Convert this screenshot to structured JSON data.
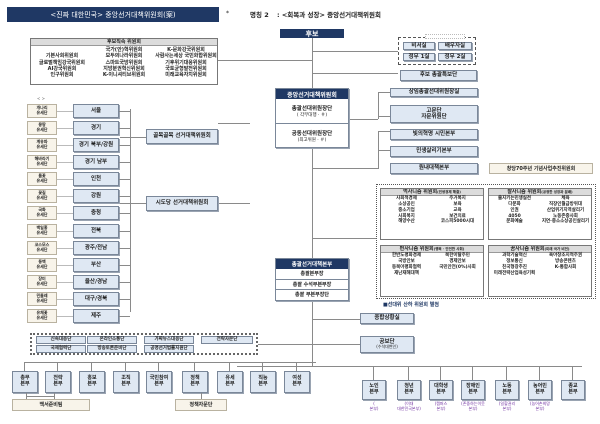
{
  "header": {
    "title": "<진짜 대한민국> 중앙선거대책위원회(案)",
    "bullet": "*",
    "name_label": "명칭 2",
    "name_value": ": <회복과 성장> 중앙선거대책위원회"
  },
  "candidate": "후보",
  "candidate_office": {
    "items": [
      "비서실",
      "배우자실",
      "정무 1실",
      "정무 2실"
    ]
  },
  "candidate_general_spokesman": "후보 총괄특보단",
  "standing_committees": {
    "title": "후보직속 위원회",
    "rows": [
      [
        "",
        "국가(안)혁위원회",
        "K-문화강국위원회"
      ],
      [
        "기본사회위원회",
        "모두의나라위원회",
        "사람사는세상 국민화합위원회"
      ],
      [
        "글로벌책임강국위원회",
        "스마트국방위원회",
        "기후위기대응위원회"
      ],
      [
        "AI강국위원회",
        "지방분권혁신위원회",
        "국토균형발전위원회"
      ],
      [
        "인구위원회",
        "K-이니셔티브위원회",
        "미래교육자치위원회"
      ]
    ]
  },
  "central_committee": {
    "title": "중앙선거대책위원회",
    "chair1": "총괄선대위원장단",
    "chair1_sub": "(        각무대행 · ＃)",
    "chair2": "공동선대위원장단",
    "chair2_sub": "(최고위원 · ＃)"
  },
  "right_units": [
    "상임총괄선대위원장실",
    "고문단",
    "자문위원단",
    "빛의혁명 시민본부",
    "민생살리기본부",
    "원내대책본부"
  ],
  "anniversary_committee": "창당70주년 기념사업추진위원회",
  "mid_committees": [
    "골목골목 선거대책위원회",
    "시도당 선거대책위원회"
  ],
  "regions": [
    "서울",
    "경기",
    "경기 북부/강원",
    "경기 남부",
    "인천",
    "강원",
    "충청",
    "전북",
    "광주/전남",
    "부산",
    "울산/경남",
    "대구/경북",
    "제주"
  ],
  "campaign_teams_header": "<     >",
  "campaign_teams": [
    [
      "개나리",
      "유세단"
    ],
    [
      "몽땅",
      "유세단"
    ],
    [
      "계유파",
      "유세단"
    ],
    [
      "해바라기",
      "유세단"
    ],
    [
      "들꽃",
      "유세단"
    ],
    [
      "꽃길",
      "유세단"
    ],
    [
      "국화",
      "유세단"
    ],
    [
      "백일홍",
      "유세단"
    ],
    [
      "코스모스",
      "유세단"
    ],
    [
      "동백",
      "유세단"
    ],
    [
      "장미",
      "유세단"
    ],
    [
      "민들레",
      "유세단"
    ],
    [
      "유채꽃",
      "유세단"
    ]
  ],
  "policy_committees": [
    {
      "title": "먹사니즘 위원회",
      "subtitle": "(민생경제 해결)",
      "items": [
        [
          "사회적경제",
          "주거복지"
        ],
        [
          "소상공인",
          "보육"
        ],
        [
          "중소기업",
          "교육"
        ],
        [
          "사회복지",
          "보건의료"
        ],
        [
          "해양수산",
          "코스피5000시대"
        ]
      ]
    },
    {
      "title": "잘사니즘 위원회",
      "subtitle": "(공정한 성장과 분배)",
      "items": [
        [
          "출지키는민생실천",
          "체육"
        ],
        [
          "다문화",
          "직장인월급방위대"
        ],
        [
          "인권",
          "산업위기지역살리기"
        ],
        [
          "4050",
          "노동존중사회"
        ],
        [
          "문화예술",
          "지연·중소소상공인살리기"
        ]
      ]
    },
    {
      "title": "펀사니즘 위원회",
      "subtitle": "(행복 · 안전한 사회)",
      "items": [
        [
          "한반도평화경제",
          "북한이탈주민"
        ],
        [
          "국방안보",
          "경제안보"
        ],
        [
          "동북아평화협력",
          "국민안전(0%)사회"
        ],
        [
          "재난재해대책",
          ""
        ]
      ]
    },
    {
      "title": "꿈사니즘 위원회",
      "subtitle": "(미래 국가 비전)",
      "items": [
        [
          "과학기술혁신",
          "육아창조지적주권"
        ],
        [
          "정보통신",
          "방송콘텐츠"
        ],
        [
          "친국형광추진",
          "K-통합사회"
        ],
        [
          "미래전략산업육성기획",
          ""
        ]
      ]
    }
  ],
  "policy_note": "■선대위 산하 위원회 별첨",
  "hq": {
    "title": "총괄선거대책본부",
    "rows": [
      "총괄본부장",
      "총괄 수석부본부장",
      "총괄 부본부장단"
    ]
  },
  "situation_room": "종합상황실",
  "spokesman": "공보단",
  "spokesman_sub": "(수석대변인)",
  "special_teams": [
    "신속대응단",
    "온라인소통단",
    "가짜뉴스대응단",
    "전략자문단",
    "국제협력단",
    "방송토론준비단",
    "공명선거법률지원단"
  ],
  "divisions": [
    [
      "총무",
      "본부"
    ],
    [
      "전략",
      "본부"
    ],
    [
      "홍보",
      "본부"
    ],
    [
      "조직",
      "본부"
    ],
    [
      "국민참여",
      "본부"
    ],
    [
      "정책",
      "본부"
    ],
    [
      "유세",
      "본부"
    ],
    [
      "직능",
      "본부"
    ],
    [
      "여성",
      "본부"
    ]
  ],
  "sub_divisions": [
    {
      "name": [
        "노인",
        "본부"
      ],
      "note": [
        "(",
        "본부)"
      ]
    },
    {
      "name": [
        "청년",
        "본부"
      ],
      "note": [
        "(이대",
        "대한민국본부)"
      ]
    },
    {
      "name": [
        "대학생",
        "본부"
      ],
      "note": [
        "(캠퍼스",
        "본부)"
      ]
    },
    {
      "name": [
        "장애인",
        "본부"
      ],
      "note": [
        "(존중하는이웃",
        "본부)"
      ]
    },
    {
      "name": [
        "노동",
        "본부"
      ],
      "note": [
        "(일할권리",
        "본부)"
      ]
    },
    {
      "name": [
        "농어민",
        "본부"
      ],
      "note": [
        "(농어촌희망",
        "본부)"
      ]
    },
    {
      "name": [
        "종교",
        "본부"
      ],
      "note": [
        "",
        ""
      ]
    }
  ],
  "white_paper": "백서준비팀",
  "policy_advisory": "정책자문단",
  "colors": {
    "navy": "#1f3864",
    "box": "#dfe8f3",
    "cream": "#f8f4ea",
    "purple": "#7030a0"
  }
}
